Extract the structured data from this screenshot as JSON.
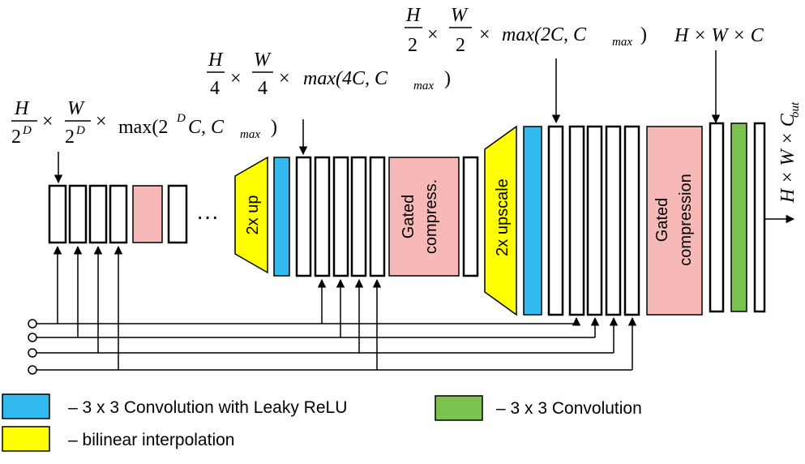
{
  "annotations": {
    "level_D": {
      "num_h": "H",
      "den_h": "2",
      "sup_h": "D",
      "num_w": "W",
      "den_w": "2",
      "sup_w": "D",
      "times": "×",
      "expr": "max(2",
      "sup_c": "D",
      "tail": "C, C",
      "sub": "max",
      "close": ")"
    },
    "level_2": {
      "num_h": "H",
      "den_h": "4",
      "num_w": "W",
      "den_w": "4",
      "times": "×",
      "expr": "max(4C, C",
      "sub": "max",
      "close": ")"
    },
    "level_1": {
      "num_h": "H",
      "den_h": "2",
      "num_w": "W",
      "den_w": "2",
      "times": "×",
      "expr": "max(2C, C",
      "sub": "max",
      "close": ")"
    },
    "level_0": {
      "text": "H × W × C"
    },
    "output": {
      "text": "H × W × C",
      "sub": "out"
    }
  },
  "blocks": {
    "up_small": "2x up",
    "gated_small": [
      "Gated",
      "compress."
    ],
    "up_large": "2x upscale",
    "gated_large": [
      "Gated",
      "compression"
    ],
    "ellipsis": "···"
  },
  "legend": {
    "blue": {
      "label": "– 3 x 3 Convolution with Leaky ReLU",
      "color": "#33bbef"
    },
    "green": {
      "label": "– 3 x 3 Convolution",
      "color": "#7cc24f"
    },
    "yellow": {
      "label": "– bilinear interpolation",
      "color": "#ffff00"
    }
  },
  "colors": {
    "pink": "#f7b8b8",
    "yellow": "#ffff00",
    "blue": "#33bbef",
    "green": "#7cc24f"
  }
}
